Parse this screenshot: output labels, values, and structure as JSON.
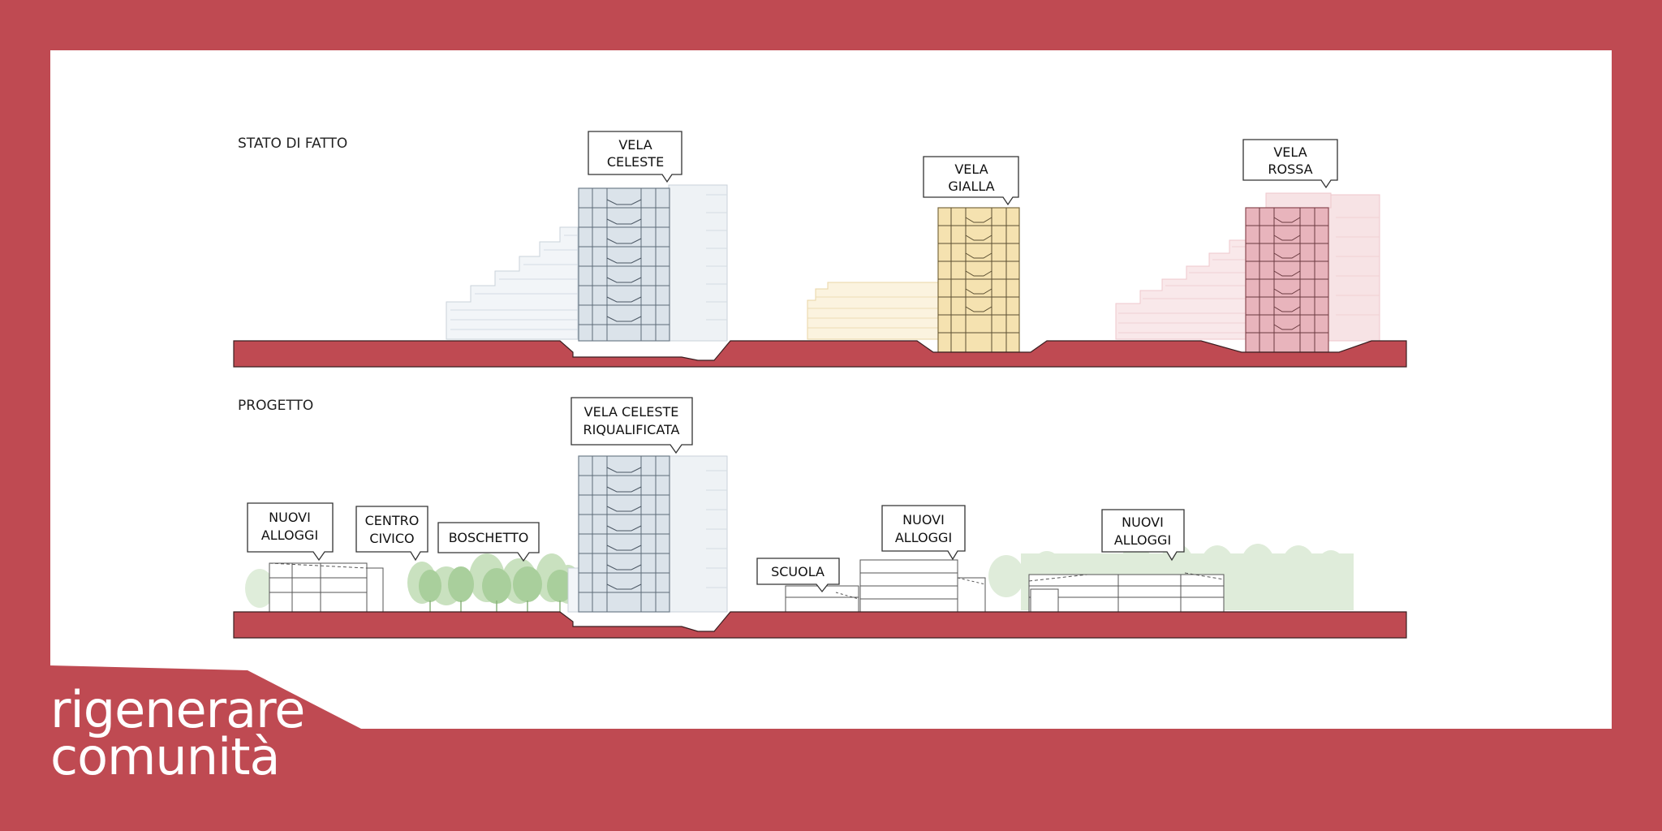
{
  "sections": {
    "existing": {
      "title": "STATO DI FATTO"
    },
    "project": {
      "title": "PROGETTO"
    }
  },
  "callouts": {
    "vela_celeste": [
      "VELA",
      "CELESTE"
    ],
    "vela_gialla": [
      "VELA",
      "GIALLA"
    ],
    "vela_rossa": [
      "VELA",
      "ROSSA"
    ],
    "vela_celeste_riq": [
      "VELA CELESTE",
      "RIQUALIFICATA"
    ],
    "nuovi_alloggi_1": [
      "NUOVI",
      "ALLOGGI"
    ],
    "centro_civico": [
      "CENTRO",
      "CIVICO"
    ],
    "boschetto": [
      "BOSCHETTO"
    ],
    "scuola": [
      "SCUOLA"
    ],
    "nuovi_alloggi_2": [
      "NUOVI",
      "ALLOGGI"
    ],
    "nuovi_alloggi_3": [
      "NUOVI",
      "ALLOGGI"
    ]
  },
  "brand": {
    "line1": "rigenerare",
    "line2": "comunità"
  },
  "colors": {
    "brand_red": "#bf4a52",
    "celeste": "#dbe3ea",
    "gialla": "#f5e2b0",
    "rossa": "#e8b4bc",
    "trees": "#a9cf9c"
  }
}
